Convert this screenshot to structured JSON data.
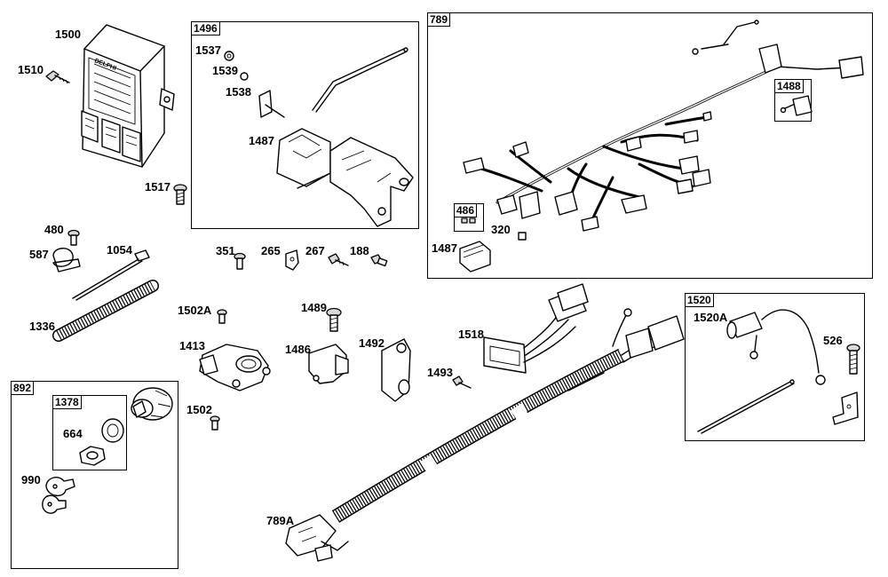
{
  "groups": {
    "g1496": "1496",
    "g789": "789",
    "g1488": "1488",
    "g486": "486",
    "g892": "892",
    "g1378": "1378",
    "g1520": "1520"
  },
  "callouts": {
    "c1500": "1500",
    "c1510": "1510",
    "c1517": "1517",
    "c1537": "1537",
    "c1539": "1539",
    "c1538": "1538",
    "c1487a": "1487",
    "c480": "480",
    "c587": "587",
    "c1054": "1054",
    "c1336": "1336",
    "c351": "351",
    "c265": "265",
    "c267": "267",
    "c188": "188",
    "c320": "320",
    "c1487b": "1487",
    "c1502A": "1502A",
    "c1489": "1489",
    "c1413": "1413",
    "c1486": "1486",
    "c1492": "1492",
    "c1518": "1518",
    "c1493": "1493",
    "c1502": "1502",
    "c664": "664",
    "c990": "990",
    "c1520A": "1520A",
    "c526": "526",
    "c789A": "789A"
  },
  "ecu_brand_text": "DELPHI"
}
